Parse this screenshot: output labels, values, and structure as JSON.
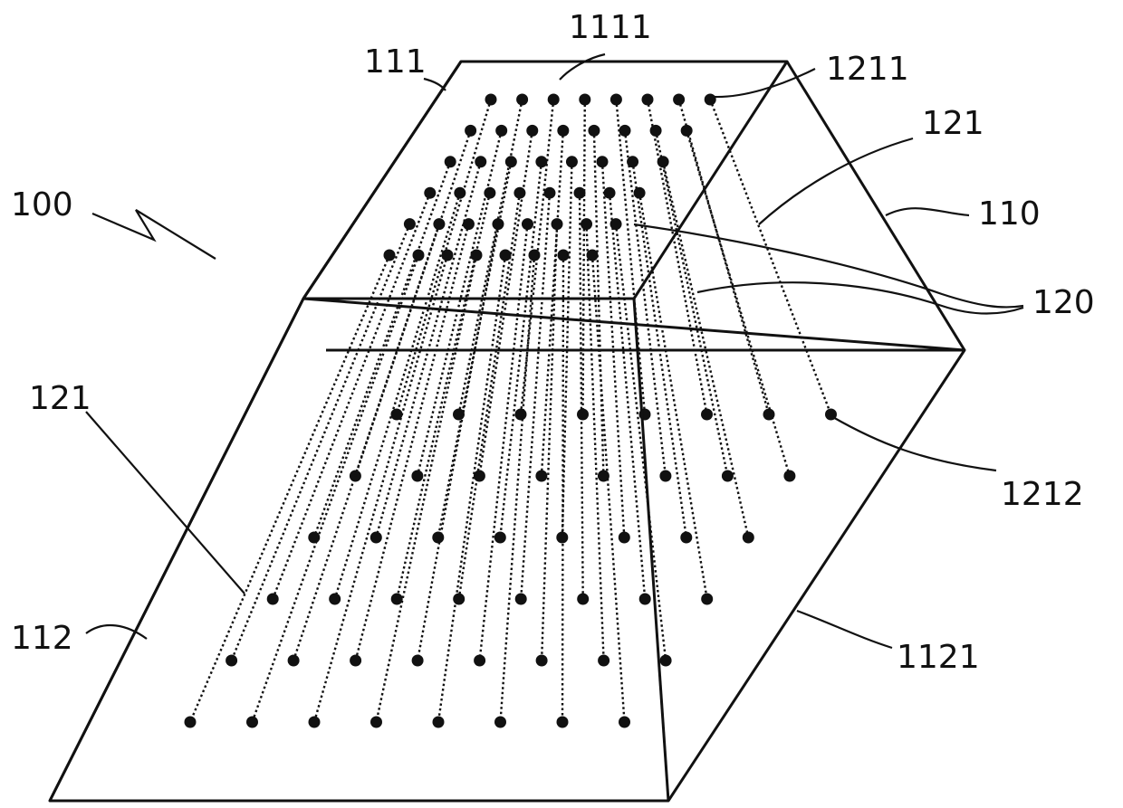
{
  "figure": {
    "labels": {
      "assembly": "100",
      "body": "110",
      "top_end": "111",
      "top_end_face": "1111",
      "bottom_end": "112",
      "bottom_end_face": "1121",
      "fiber_bundle": "120",
      "fiber_left": "121",
      "fiber_right": "121",
      "fiber_top_end": "1211",
      "fiber_bottom_end": "1212"
    }
  }
}
